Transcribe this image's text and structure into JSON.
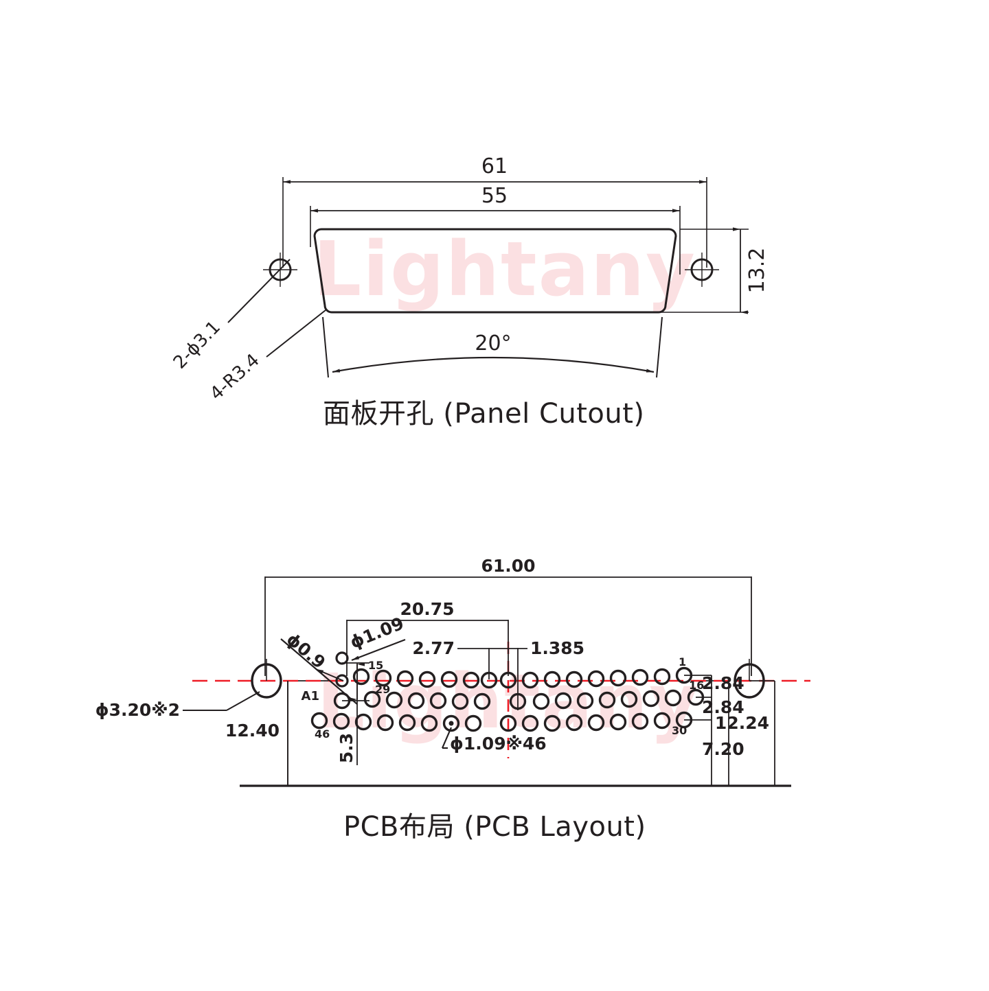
{
  "document": {
    "type": "technical-drawing",
    "watermark": "Lightany",
    "watermark_color": "#fbe0e2",
    "line_color": "#231f20",
    "center_line_color": "#ee1c25",
    "background": "#ffffff"
  },
  "panel_cutout": {
    "caption": "面板开孔 (Panel Cutout)",
    "dimensions": {
      "overall_width": "61",
      "cutout_width": "55",
      "height": "13.2",
      "angle": "20°"
    },
    "notes": {
      "mounting_holes": "2-ϕ3.1",
      "corner_radius": "4-R3.4"
    }
  },
  "pcb_layout": {
    "caption": "PCB布局 (PCB Layout)",
    "dimensions": {
      "overall_width": "61.00",
      "pin_span": "20.75",
      "pitch_row": "2.77",
      "half_pitch": "1.385",
      "left_edge_offset": "12.40",
      "right_edge_offset": "12.24",
      "bottom_offset": "7.20",
      "row_spacing_1": "2.84",
      "row_spacing_2": "2.84",
      "power_pin_offset": "5.3"
    },
    "notes": {
      "small_hole": "ϕ0.9",
      "signal_hole": "ϕ1.09",
      "signal_hole_qty": "ϕ1.09※46",
      "mount_hole": "ϕ3.20※2"
    },
    "pin_labels": {
      "top_left": "15",
      "middle_left": "29",
      "bottom_left": "46",
      "power_left": "A1",
      "top_right": "1",
      "middle_right": "16",
      "bottom_right": "30"
    }
  },
  "chart_data": {
    "type": "table",
    "title": "D-Sub 47W1 Panel Cutout and PCB Layout",
    "panel_cutout_values": {
      "overall_width_mm": 61,
      "cutout_width_mm": 55,
      "height_mm": 13.2,
      "chamfer_angle_deg": 20,
      "mounting_hole_dia_mm": 3.1,
      "mounting_hole_count": 2,
      "corner_radius_mm": 3.4,
      "corner_radius_count": 4
    },
    "pcb_layout_values": {
      "overall_width_mm": 61.0,
      "pin_field_span_mm": 20.75,
      "column_pitch_mm": 2.77,
      "column_half_pitch_mm": 1.385,
      "row_pitch_mm": 2.84,
      "left_offset_mm": 12.4,
      "right_offset_mm": 12.24,
      "bottom_offset_mm": 7.2,
      "power_pin_offset_mm": 5.3,
      "signal_hole_dia_mm": 1.09,
      "signal_hole_count": 46,
      "small_hole_dia_mm": 0.9,
      "mount_hole_dia_mm": 3.2,
      "mount_hole_count": 2,
      "rows": 3,
      "row_counts": [
        16,
        15,
        15
      ]
    }
  }
}
